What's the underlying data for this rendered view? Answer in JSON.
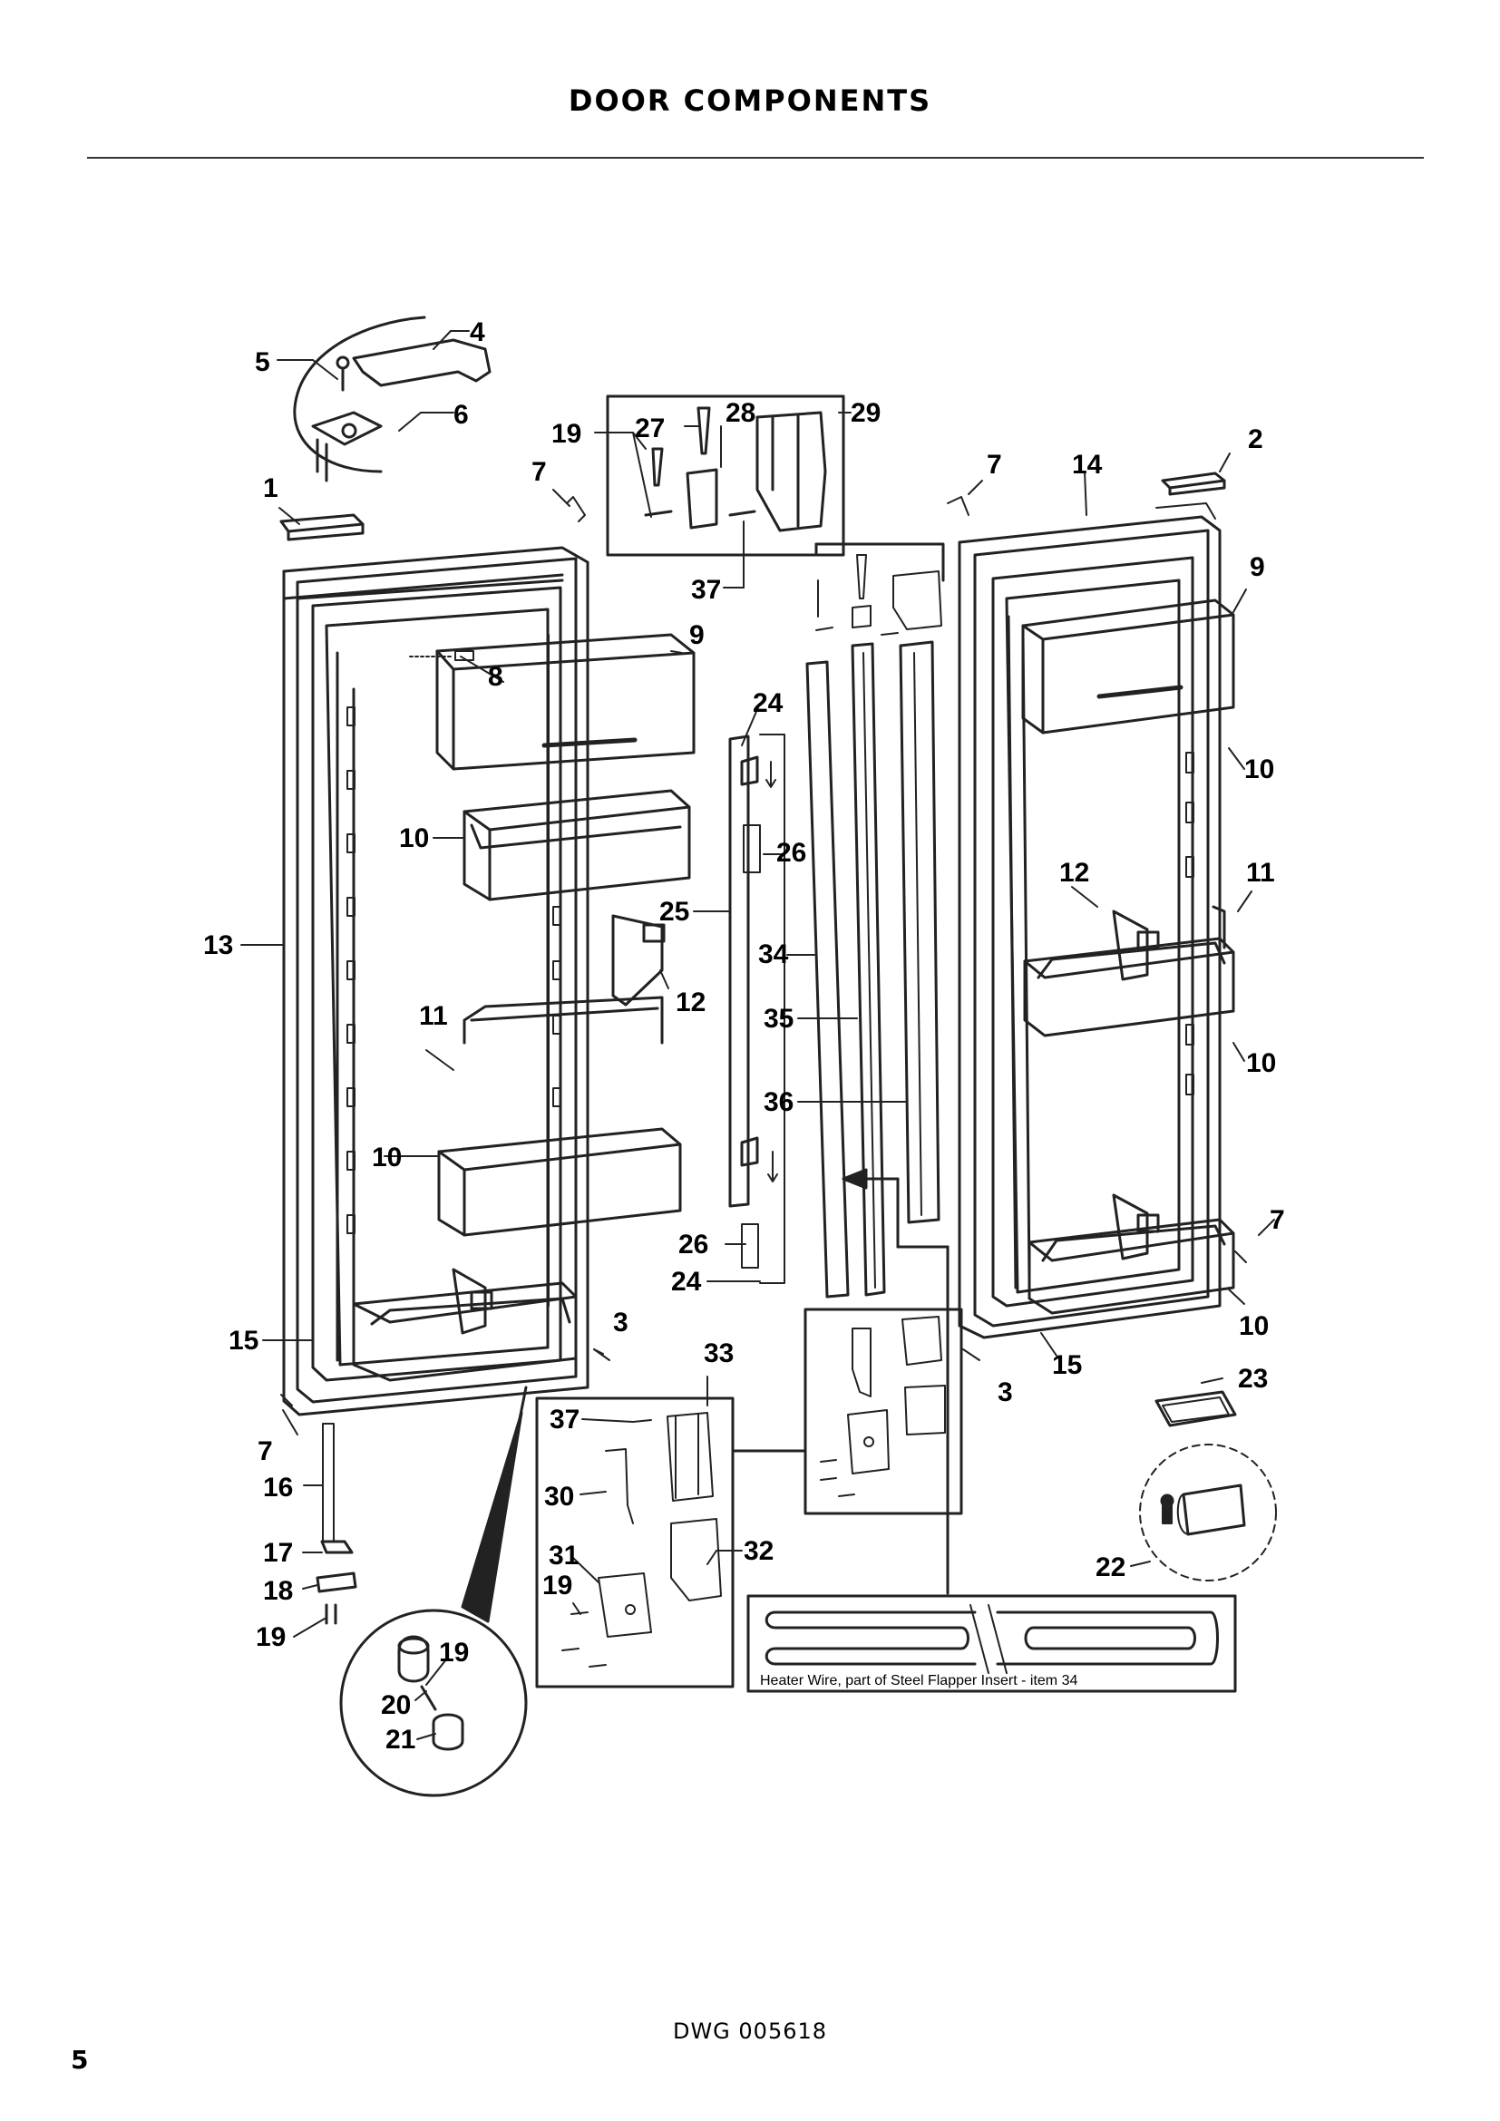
{
  "page": {
    "title": "DOOR COMPONENTS",
    "drawing_number": "DWG 005618",
    "page_number": "5"
  },
  "diagram": {
    "callouts": [
      "1",
      "2",
      "3",
      "3",
      "4",
      "5",
      "6",
      "7",
      "7",
      "7",
      "7",
      "8",
      "9",
      "9",
      "10",
      "10",
      "10",
      "10",
      "10",
      "11",
      "11",
      "12",
      "12",
      "13",
      "14",
      "15",
      "15",
      "16",
      "17",
      "18",
      "19",
      "19",
      "19",
      "19",
      "20",
      "21",
      "22",
      "23",
      "24",
      "24",
      "25",
      "26",
      "26",
      "27",
      "28",
      "29",
      "30",
      "31",
      "32",
      "33",
      "34",
      "35",
      "36",
      "37",
      "37"
    ],
    "heater_note_prefix": "Heater Wire, part of Steel Flapper Insert - item ",
    "heater_note_item": "34"
  }
}
